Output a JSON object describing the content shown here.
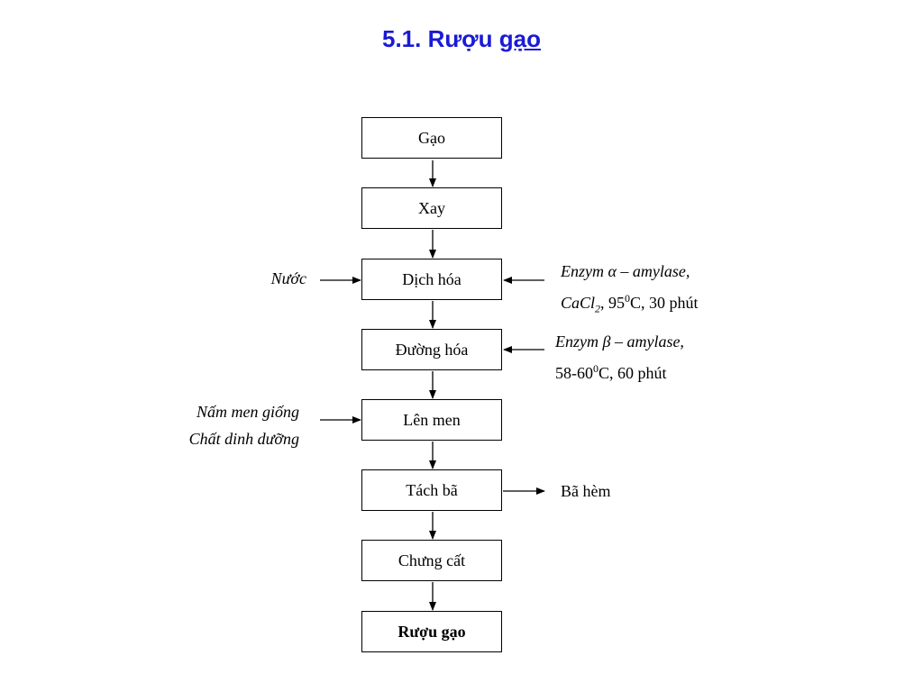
{
  "title": {
    "main": "5.1. Rượu ",
    "underlined": "gạo"
  },
  "steps": [
    "Gạo",
    "Xay",
    "Dịch hóa",
    "Đường hóa",
    "Lên men",
    "Tách bã",
    "Chưng cất",
    "Rượu gạo"
  ],
  "inputs": {
    "water": "Nước",
    "enzyme_alpha_1": "Enzym α – amylase,",
    "enzyme_alpha_2a": "CaCl",
    "enzyme_alpha_2sub": "2",
    "enzyme_alpha_2b": ", 95",
    "enzyme_alpha_2sup": "0",
    "enzyme_alpha_2c": "C, 30 phút",
    "enzyme_beta_1": "Enzym β – amylase,",
    "enzyme_beta_2a": "58-60",
    "enzyme_beta_2sup": "0",
    "enzyme_beta_2b": "C, 60 phút",
    "yeast": "Nấm men giống",
    "nutrients": "Chất dinh dưỡng"
  },
  "outputs": {
    "residue": "Bã hèm"
  }
}
